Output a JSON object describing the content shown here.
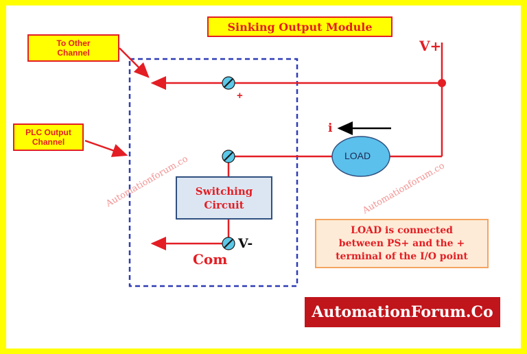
{
  "title": "Sinking Output Module",
  "callouts": {
    "to_other": [
      "To Other",
      "Channel"
    ],
    "plc_output": [
      "PLC Output",
      "Channel"
    ]
  },
  "labels": {
    "v_plus": "V+",
    "v_minus": "V-",
    "plus_sign": "+",
    "com": "Com",
    "current": "i",
    "load": "LOAD"
  },
  "switching_circuit": [
    "Switching",
    "Circuit"
  ],
  "note": [
    "LOAD is connected",
    "between PS+ and the +",
    "terminal of the I/O point"
  ],
  "brand": "AutomationForum.Co",
  "watermarks": [
    "Automationforum.co",
    "Automationforum.co"
  ],
  "colors": {
    "wire": "#e31e24",
    "border": "#ffff00",
    "dashed_box": "#2e3bb5",
    "terminal": "#5bc8e8",
    "load_fill": "#5bc0eb",
    "brand_bg": "#c0151b"
  }
}
